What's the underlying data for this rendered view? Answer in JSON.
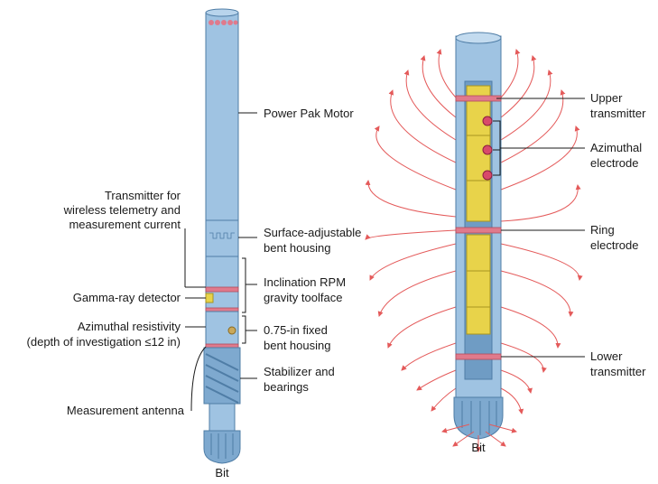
{
  "left_tool": {
    "labels": {
      "power_pak_motor": "Power Pak Motor",
      "transmitter_line1": "Transmitter for",
      "transmitter_line2": "wireless telemetry and",
      "transmitter_line3": "measurement current",
      "surface_adjustable_line1": "Surface-adjustable",
      "surface_adjustable_line2": "bent housing",
      "inclination_line1": "Inclination RPM",
      "inclination_line2": "gravity toolface",
      "gamma_ray": "Gamma-ray detector",
      "azimuthal_resistivity_line1": "Azimuthal resistivity",
      "azimuthal_resistivity_line2": "(depth of investigation ≤12 in)",
      "fixed_bent_line1": "0.75-in fixed",
      "fixed_bent_line2": "bent housing",
      "stabilizer_line1": "Stabilizer and",
      "stabilizer_line2": "bearings",
      "measurement_antenna": "Measurement antenna",
      "bit": "Bit"
    }
  },
  "right_tool": {
    "labels": {
      "upper_transmitter_line1": "Upper",
      "upper_transmitter_line2": "transmitter",
      "azimuthal_electrode_line1": "Azimuthal",
      "azimuthal_electrode_line2": "electrode",
      "ring_electrode_line1": "Ring",
      "ring_electrode_line2": "electrode",
      "lower_transmitter_line1": "Lower",
      "lower_transmitter_line2": "transmitter",
      "bit": "Bit"
    }
  },
  "colors": {
    "tool_body": "#9fc3e2",
    "ring": "#e07a8c",
    "electronics": "#e8d34a",
    "field_lines": "#e45a5a"
  }
}
